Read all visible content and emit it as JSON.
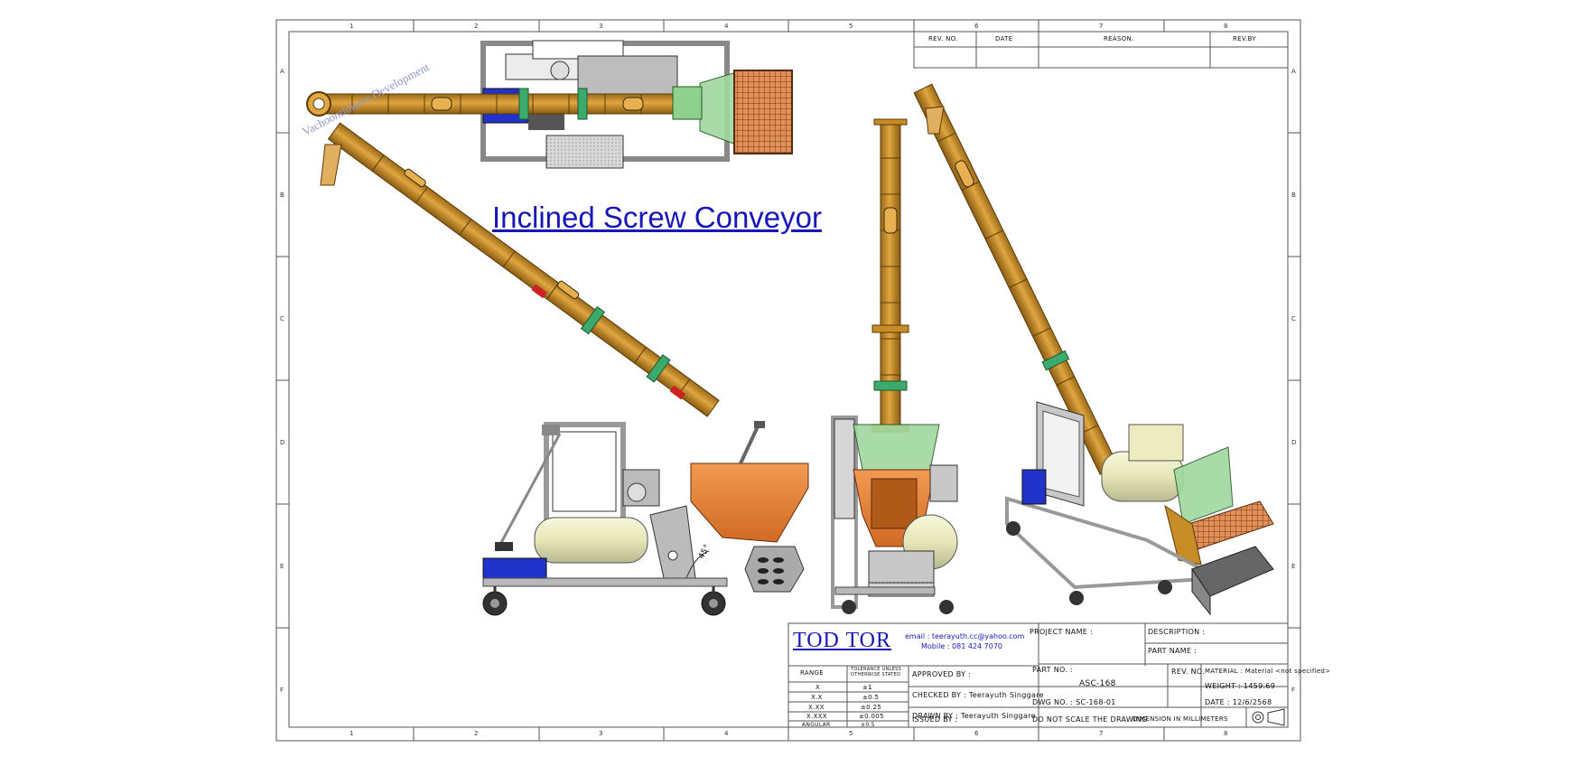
{
  "drawing": {
    "title": "Inclined Screw Conveyor",
    "watermark": "Vachoontinieers Development",
    "zones_top": [
      "1",
      "2",
      "3",
      "4",
      "5",
      "6",
      "7",
      "8"
    ],
    "zones_side": [
      "A",
      "B",
      "C",
      "D",
      "E",
      "F"
    ]
  },
  "revision_table": {
    "headers": [
      "REV. NO.",
      "DATE",
      "REASON.",
      "REV.BY"
    ]
  },
  "title_block": {
    "brand": "TOD TOR",
    "email": "email : teerayuth.cc@yahoo.com",
    "mobile": "Mobile : 081 424 7070",
    "project_name_label": "PROJECT NAME :",
    "description_label": "DESCRIPTION :",
    "part_name_label": "PART NAME :",
    "range_label": "RANGE",
    "tolerance_label": "TOLERANCE UNLESS OTHERWISE STATED",
    "tolerances": [
      {
        "range": "X",
        "value": "±1"
      },
      {
        "range": "X.X",
        "value": "±0.5"
      },
      {
        "range": "X.XX",
        "value": "±0.25"
      },
      {
        "range": "X.XXX",
        "value": "±0.005"
      },
      {
        "range": "ANGULAR",
        "value": "±0.5"
      }
    ],
    "approved_by": "APPROVED BY :",
    "checked_by": "CHECKED BY : Teerayuth Singgare",
    "drawn_by": "DRAWN BY : Teerayuth Singgare",
    "issued_by": "ISSUED BY :",
    "part_no_label": "PART NO. :",
    "part_no": "ASC-168",
    "rev_no_label": "REV. NO.",
    "material": "MATERIAL : Material <not specified>",
    "weight": "WEIGHT : 1459.69",
    "dwg_no": "DWG NO. : SC-168-01",
    "date": "DATE : 12/6/2568",
    "do_not_scale": "DO NOT SCALE THE DRAWING",
    "dimension_units": "DIMENSION IN MILLIMETERS"
  },
  "annotations": {
    "angle": "45°"
  },
  "colors": {
    "conveyor_tube": "#c88c26",
    "hopper": "#e8843a",
    "tank": "#ececc0",
    "frame": "#a8a8a8",
    "base_blue": "#2233cc",
    "panel_grey": "#c8c8c8",
    "glass_green": "#8fd08f",
    "collar_green": "#3caa6a",
    "title_blue": "#1717b8"
  }
}
